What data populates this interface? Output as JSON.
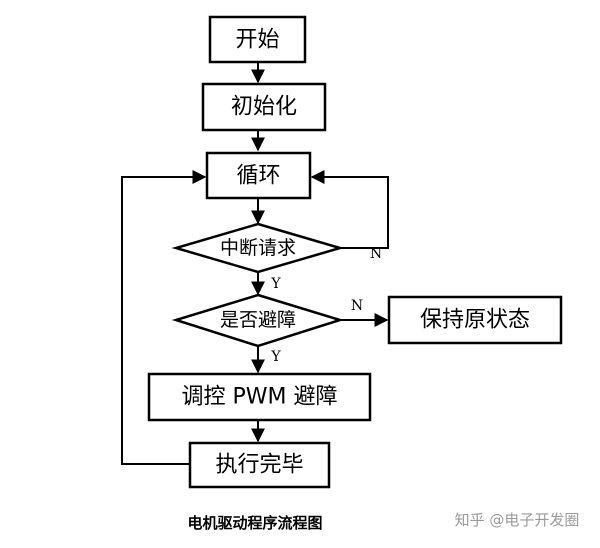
{
  "nodes": {
    "start": "开始",
    "init": "初始化",
    "loop": "循环",
    "interrupt": "中断请求",
    "avoid_check": "是否避障",
    "keep_state": "保持原状态",
    "pwm_control": "调控 PWM 避障",
    "execute": "执行完毕"
  },
  "edges": {
    "interrupt_no": "N",
    "interrupt_yes": "Y",
    "avoid_no": "N",
    "avoid_yes": "Y"
  },
  "caption": "电机驱动程序流程图",
  "watermark": "知乎 @电子开发圈",
  "colors": {
    "stroke": "#000000",
    "watermark": "#9a9a9a"
  }
}
